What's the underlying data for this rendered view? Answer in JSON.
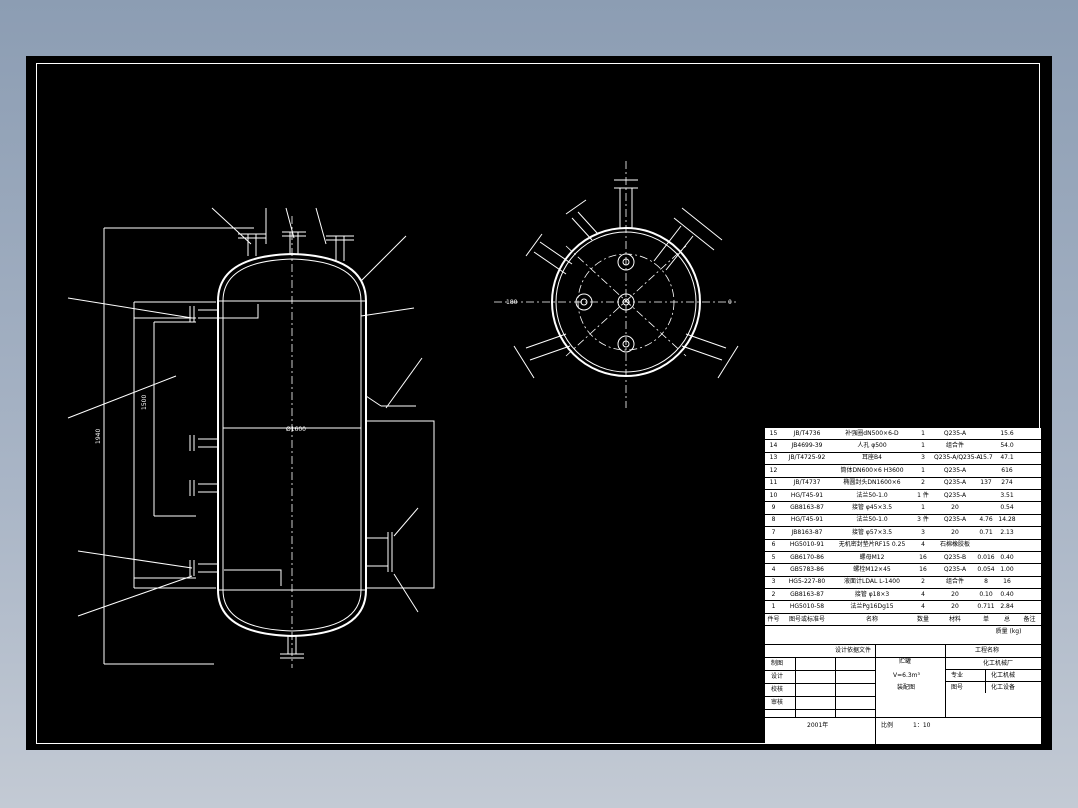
{
  "drawing": {
    "plan_view_labels": {
      "left": "180",
      "right": "0"
    },
    "parts_list": [
      [
        "15",
        "JB/T4736",
        "补强圈dN500×6-D",
        "1",
        "Q235-A",
        "",
        "15.6"
      ],
      [
        "14",
        "JB4699-39",
        "人孔 φ500",
        "1",
        "组合件",
        "",
        "54.0"
      ],
      [
        "13",
        "JB/T4725-92",
        "耳座B4",
        "3",
        "Q235-A/Q235-A",
        "15.7",
        "47.1"
      ],
      [
        "12",
        "",
        "筒体DN600×6 H3600",
        "1",
        "Q235-A",
        "",
        "616"
      ],
      [
        "11",
        "JB/T4737",
        "椭圆封头DN1600×6",
        "2",
        "Q235-A",
        "137",
        "274"
      ],
      [
        "10",
        "HG/T45-91",
        "法兰50-1.0",
        "1 件",
        "Q235-A",
        "",
        "3.51"
      ],
      [
        "9",
        "GB8163-87",
        "接管 φ45×3.5",
        "1",
        "20",
        "",
        "0.54"
      ],
      [
        "8",
        "HG/T45-91",
        "法兰50-1.0",
        "3 件",
        "Q235-A",
        "4.76",
        "14.28"
      ],
      [
        "7",
        "JB8163-87",
        "接管 φ57×3.5",
        "3",
        "20",
        "0.71",
        "2.13"
      ],
      [
        "6",
        "HG5010-91",
        "无机密封垫片RF15 0.25",
        "4",
        "石棉橡胶板",
        "",
        ""
      ],
      [
        "5",
        "GB6170-86",
        "螺母M12",
        "16",
        "Q235-B",
        "0.016",
        "0.40"
      ],
      [
        "4",
        "GB5783-86",
        "螺栓M12×45",
        "16",
        "Q235-A",
        "0.054",
        "1.00"
      ],
      [
        "3",
        "HG5-227-80",
        "液面计LDAL L-1400",
        "2",
        "组合件",
        "8",
        "16"
      ],
      [
        "2",
        "GB8163-87",
        "接管 φ18×3",
        "4",
        "20",
        "0.10",
        "0.40"
      ],
      [
        "1",
        "HG5010-58",
        "法兰Pg16Dg15",
        "4",
        "20",
        "0.711",
        "2.84"
      ]
    ],
    "parts_header": [
      "件号",
      "图号或标准号",
      "名称",
      "数量",
      "材料",
      "单",
      "总",
      "备注"
    ],
    "mass_label": "质量 (kg)",
    "footer": {
      "basis": "设计依据文件",
      "org": "工程名称",
      "rows": [
        "制图",
        "设计",
        "校核",
        "审核"
      ],
      "equipment": "贮罐",
      "volume": "V=6.3m³",
      "view": "装配图",
      "major_label": "专业",
      "major_value": "化工机械",
      "drawing_no_label": "图号",
      "drawing_no_value": "化工设备",
      "project_right": "化工机械厂",
      "year": "2001年",
      "scale_label": "比例",
      "scale_value": "1：10"
    }
  }
}
